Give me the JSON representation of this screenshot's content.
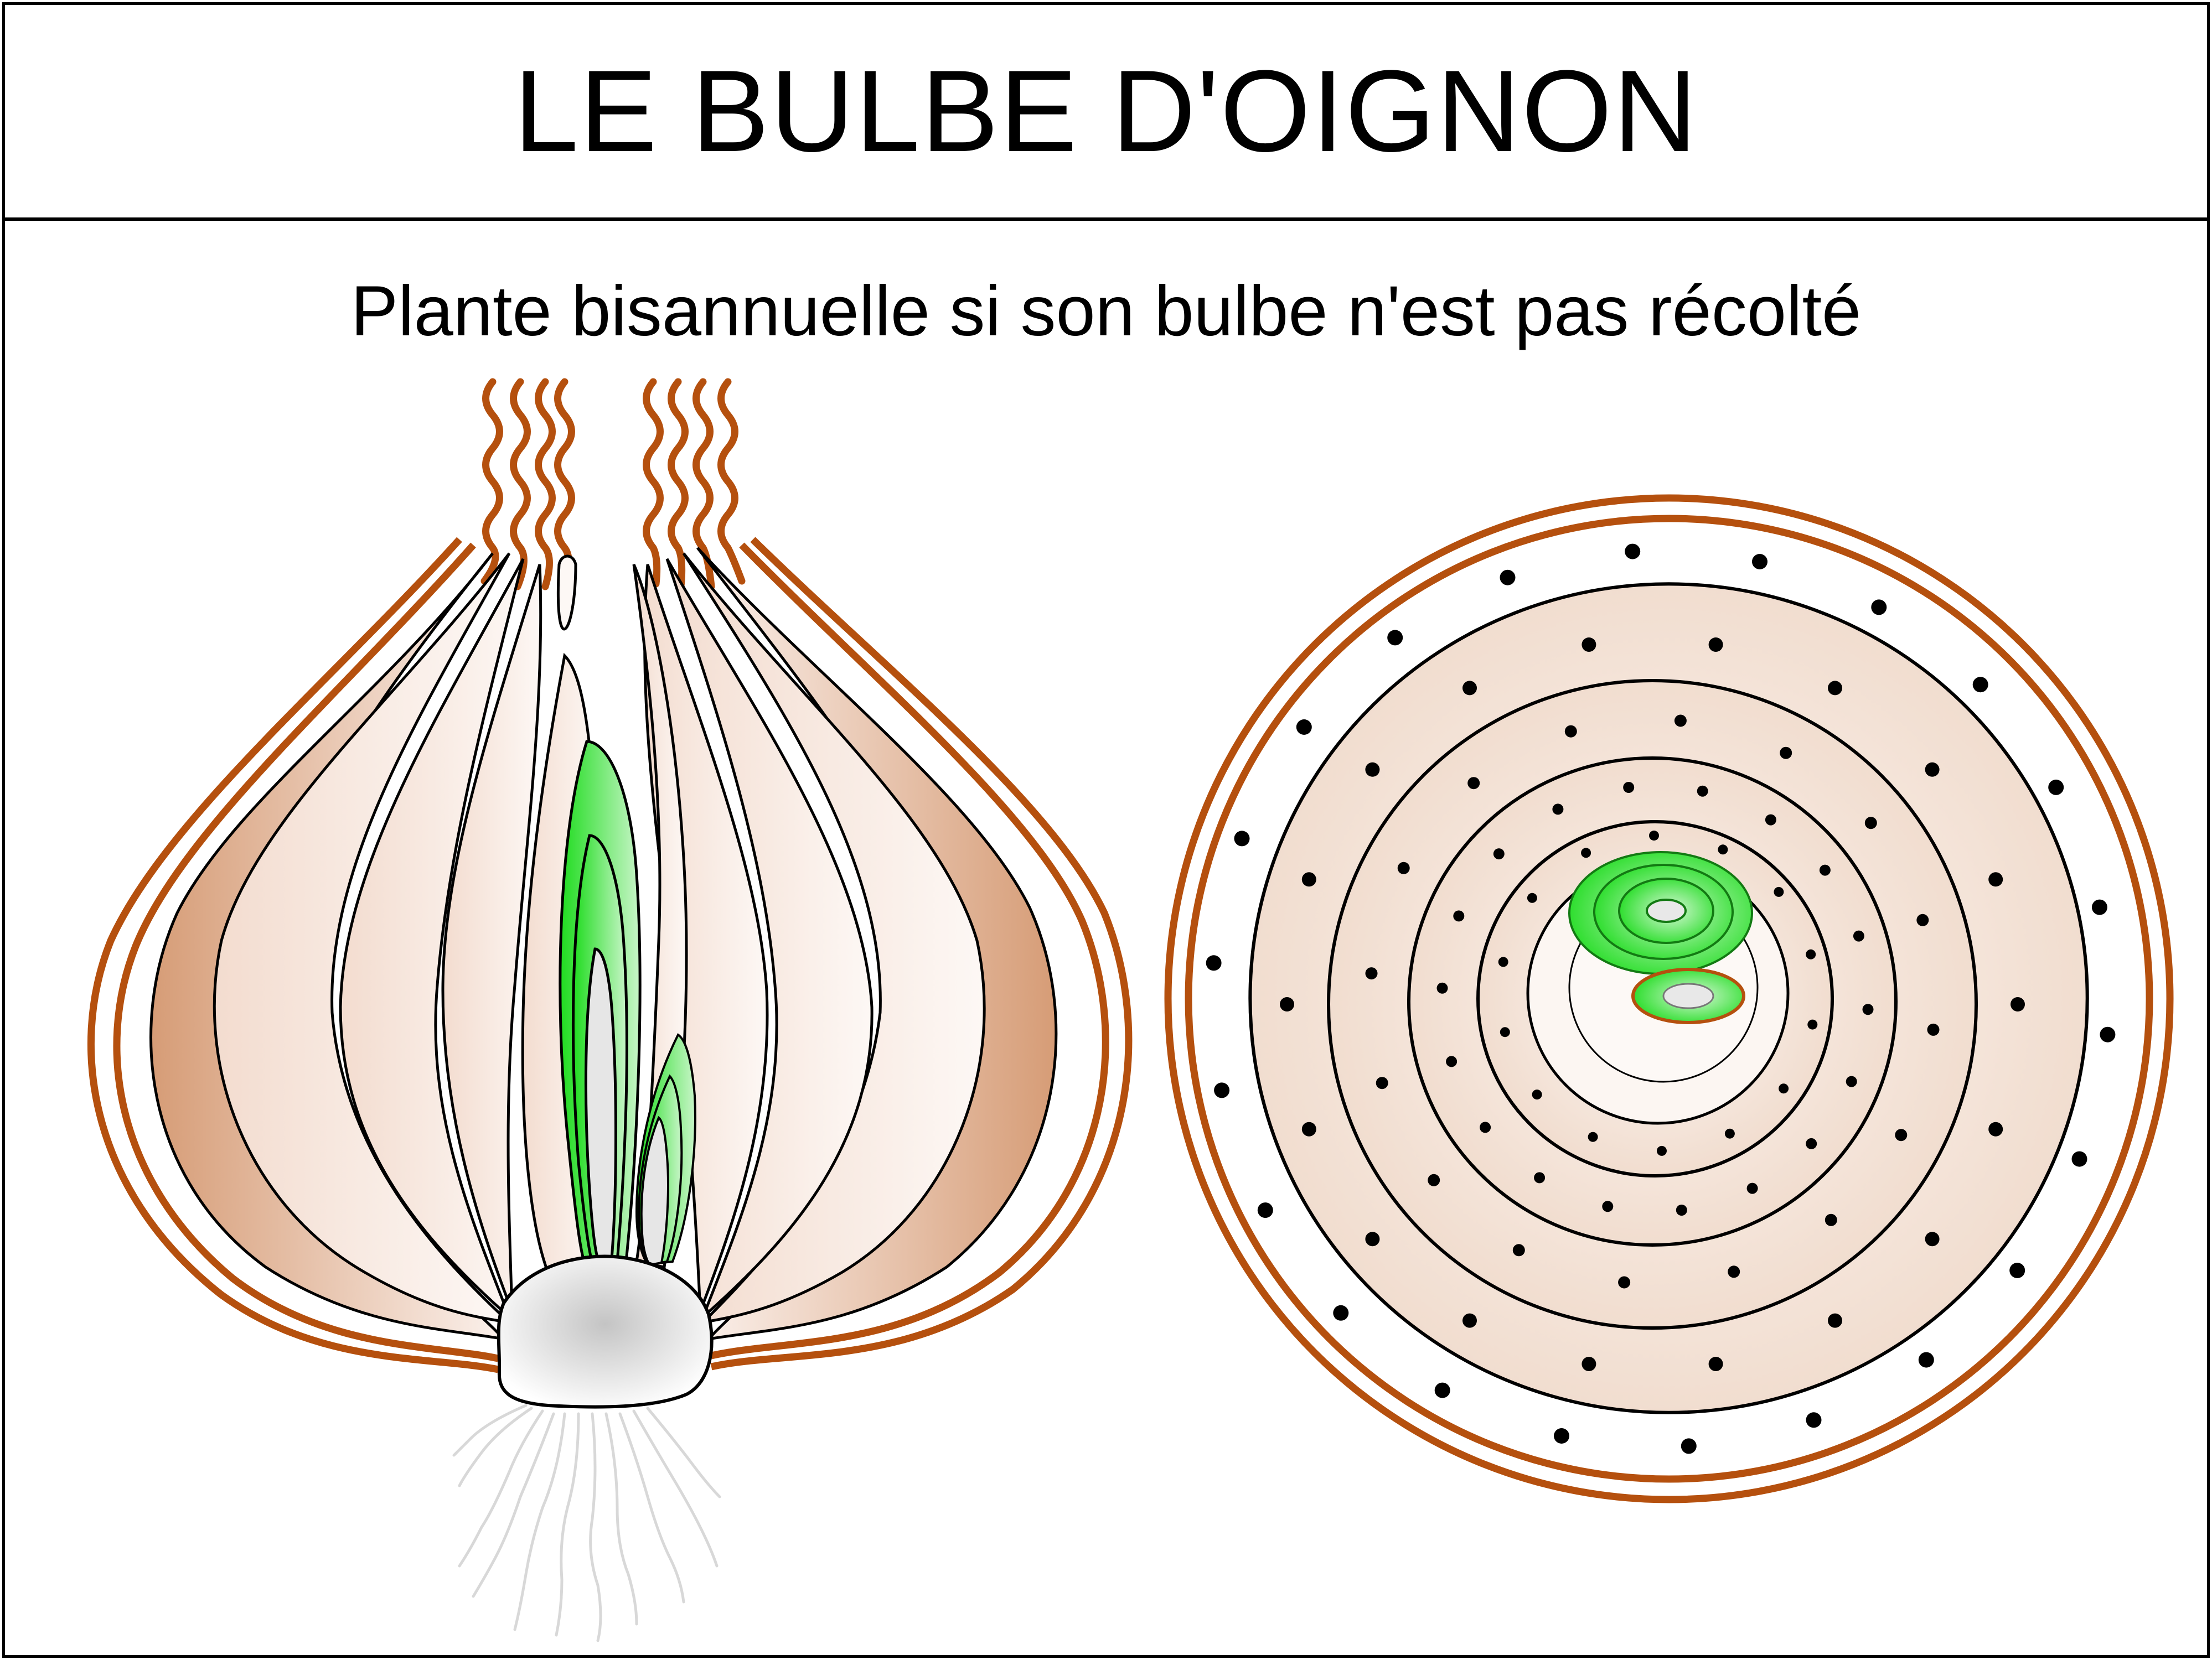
{
  "title": "LE BULBE D'OIGNON",
  "subtitle": "Plante bisannuelle si son bulbe n'est pas récolté",
  "colors": {
    "tunic_brown": "#b5500e",
    "scale_fill_light": "#fbf1ec",
    "scale_fill_dark": "#d49a74",
    "bud_green": "#22e022",
    "plateau_gray": "#cfcfcf",
    "root_gray": "#bdbdbd",
    "outline": "#000000"
  },
  "views": [
    {
      "name": "longitudinal-section"
    },
    {
      "name": "cross-section"
    }
  ]
}
